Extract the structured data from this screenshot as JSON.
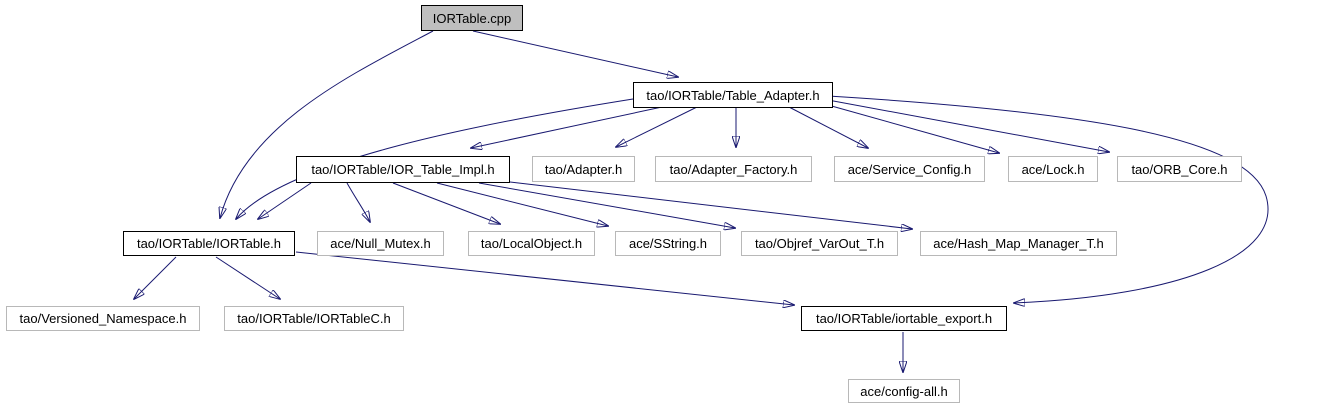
{
  "diagram": {
    "type": "include-dependency-graph",
    "root_file": "IORTable.cpp"
  },
  "colors": {
    "edge": "#191970",
    "node_border": "#b8b8b8",
    "emphasis_border": "#000000",
    "root_fill": "#bfbfbf",
    "node_fill": "#ffffff",
    "text": "#000000",
    "background": "#ffffff"
  },
  "nodes": [
    {
      "id": "iortable-cpp",
      "label": "IORTable.cpp",
      "style": "root"
    },
    {
      "id": "table-adapter",
      "label": "tao/IORTable/Table_Adapter.h",
      "style": "strong"
    },
    {
      "id": "ior-table-impl",
      "label": "tao/IORTable/IOR_Table_Impl.h",
      "style": "strong"
    },
    {
      "id": "adapter",
      "label": "tao/Adapter.h",
      "style": "plain"
    },
    {
      "id": "adapter-factory",
      "label": "tao/Adapter_Factory.h",
      "style": "plain"
    },
    {
      "id": "service-config",
      "label": "ace/Service_Config.h",
      "style": "plain"
    },
    {
      "id": "lock",
      "label": "ace/Lock.h",
      "style": "plain"
    },
    {
      "id": "orb-core",
      "label": "tao/ORB_Core.h",
      "style": "plain"
    },
    {
      "id": "iortable-h",
      "label": "tao/IORTable/IORTable.h",
      "style": "strong"
    },
    {
      "id": "null-mutex",
      "label": "ace/Null_Mutex.h",
      "style": "plain"
    },
    {
      "id": "localobject",
      "label": "tao/LocalObject.h",
      "style": "plain"
    },
    {
      "id": "sstring",
      "label": "ace/SString.h",
      "style": "plain"
    },
    {
      "id": "objref-varout",
      "label": "tao/Objref_VarOut_T.h",
      "style": "plain"
    },
    {
      "id": "hash-map-manager",
      "label": "ace/Hash_Map_Manager_T.h",
      "style": "plain"
    },
    {
      "id": "versioned-namespace",
      "label": "tao/Versioned_Namespace.h",
      "style": "plain"
    },
    {
      "id": "iortablec",
      "label": "tao/IORTable/IORTableC.h",
      "style": "plain"
    },
    {
      "id": "iortable-export",
      "label": "tao/IORTable/iortable_export.h",
      "style": "strong"
    },
    {
      "id": "config-all",
      "label": "ace/config-all.h",
      "style": "plain"
    }
  ],
  "edges": [
    {
      "from": "iortable-cpp",
      "to": "table-adapter"
    },
    {
      "from": "iortable-cpp",
      "to": "iortable-h"
    },
    {
      "from": "table-adapter",
      "to": "ior-table-impl"
    },
    {
      "from": "table-adapter",
      "to": "adapter"
    },
    {
      "from": "table-adapter",
      "to": "adapter-factory"
    },
    {
      "from": "table-adapter",
      "to": "service-config"
    },
    {
      "from": "table-adapter",
      "to": "lock"
    },
    {
      "from": "table-adapter",
      "to": "orb-core"
    },
    {
      "from": "table-adapter",
      "to": "iortable-h"
    },
    {
      "from": "table-adapter",
      "to": "iortable-export"
    },
    {
      "from": "ior-table-impl",
      "to": "iortable-h"
    },
    {
      "from": "ior-table-impl",
      "to": "null-mutex"
    },
    {
      "from": "ior-table-impl",
      "to": "localobject"
    },
    {
      "from": "ior-table-impl",
      "to": "sstring"
    },
    {
      "from": "ior-table-impl",
      "to": "objref-varout"
    },
    {
      "from": "ior-table-impl",
      "to": "hash-map-manager"
    },
    {
      "from": "iortable-h",
      "to": "versioned-namespace"
    },
    {
      "from": "iortable-h",
      "to": "iortablec"
    },
    {
      "from": "iortable-h",
      "to": "iortable-export"
    },
    {
      "from": "iortable-export",
      "to": "config-all"
    }
  ]
}
